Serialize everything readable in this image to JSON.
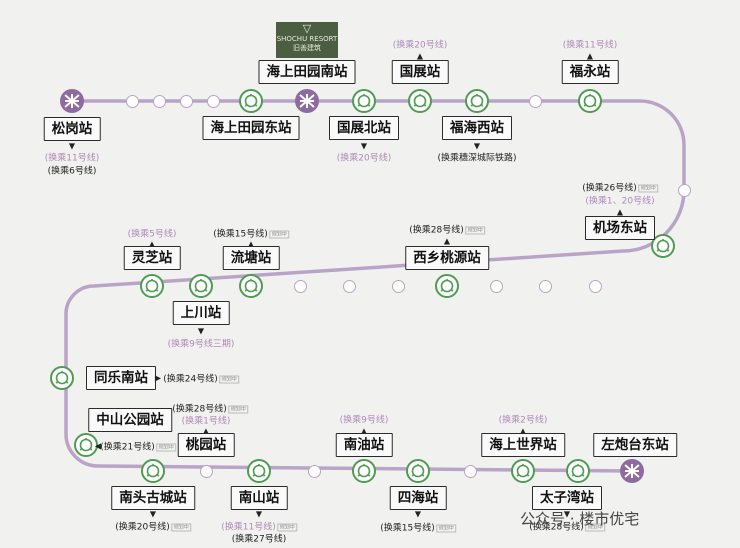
{
  "colors": {
    "line": "#b9a3c6",
    "station_fill": "#ffffff",
    "transfer_green": "#4f9b51",
    "terminal_purple": "#8f6aa0",
    "note_purple": "#b08ab7"
  },
  "logo": {
    "line1": "SHOCHU RESORT",
    "line2": "旧善建筑"
  },
  "watermark": "公众号 · 楼市优宅",
  "stations": {
    "songgang": "松岗站",
    "haishangtianyuan_nan": "海上田园南站",
    "haishangtianyuan_dong": "海上田园东站",
    "guozhanbei": "国展北站",
    "guozhan": "国展站",
    "fuhaixi": "福海西站",
    "fuyong": "福永站",
    "jichangdong": "机场东站",
    "xixiang_taoyuan": "西乡桃源站",
    "liutang": "流塘站",
    "lingzhi": "灵芝站",
    "shangchuan": "上川站",
    "tongle_nan": "同乐南站",
    "zhongshan_park": "中山公园站",
    "taoyuan": "桃园站",
    "nanyou": "南油站",
    "haishang_shijie": "海上世界站",
    "zuopaotai_dong": "左炮台东站",
    "nantou_gucheng": "南头古城站",
    "nanshan": "南山站",
    "sihai": "四海站",
    "taiziwan": "太子湾站"
  },
  "notes": {
    "songgang_a": "(换乘11号线)",
    "songgang_b": "(换乘6号线)",
    "guozhanbei": "(换乘20号线)",
    "guozhan": "(换乘20号线)",
    "fuhaixi": "(换乘穗深城际铁路)",
    "fuyong": "(换乘11号线)",
    "jichang_a": "(换乘26号线)",
    "jichang_b": "(换乘1、20号线)",
    "xixiang": "(换乘28号线)",
    "liutang": "(换乘15号线)",
    "lingzhi": "(换乘5号线)",
    "shangchuan": "(换乘9号线三期)",
    "tongle": "(换乘24号线)",
    "zhongshan": "(换乘21号线)",
    "taoyuan_a": "(换乘28号线)",
    "taoyuan_b": "(换乘1号线)",
    "nanyou": "(换乘9号线)",
    "haishang_shijie": "(换乘2号线)",
    "nantou": "(换乘20号线)",
    "nanshan_a": "(换乘11号线)",
    "nanshan_b": "(换乘27号线)",
    "sihai": "(换乘15号线)",
    "taiziwan": "(换乘28号线)"
  },
  "plan_tag": "规划中"
}
